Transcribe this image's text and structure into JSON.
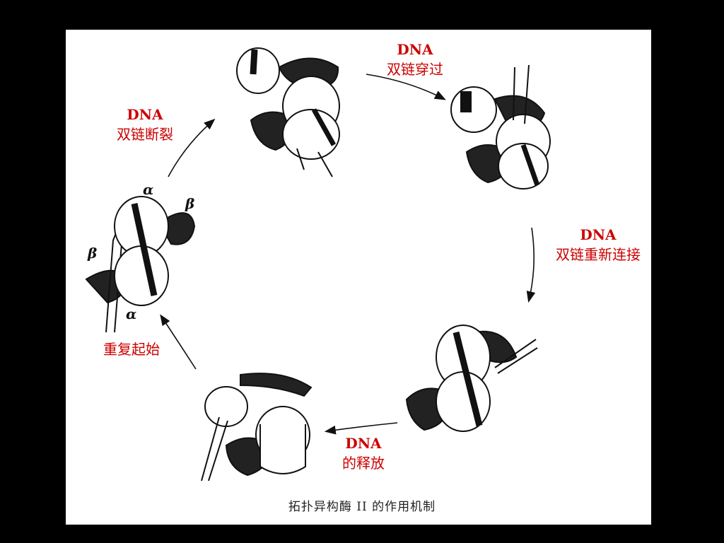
{
  "labels": {
    "pass_through": {
      "en": "DNA",
      "zh": "双链穿过"
    },
    "break": {
      "en": "DNA",
      "zh": "双链断裂"
    },
    "religate": {
      "en": "DNA",
      "zh": "双链重新连接"
    },
    "restart": {
      "zh": "重复起始"
    },
    "release": {
      "en": "DNA",
      "zh": "的释放"
    }
  },
  "greek": {
    "alpha": "α",
    "beta": "β"
  },
  "caption": "拓扑异构酶 II 的作用机制",
  "colors": {
    "label": "#cc0000",
    "background": "#000000",
    "panel": "#ffffff",
    "ink": "#111111"
  }
}
